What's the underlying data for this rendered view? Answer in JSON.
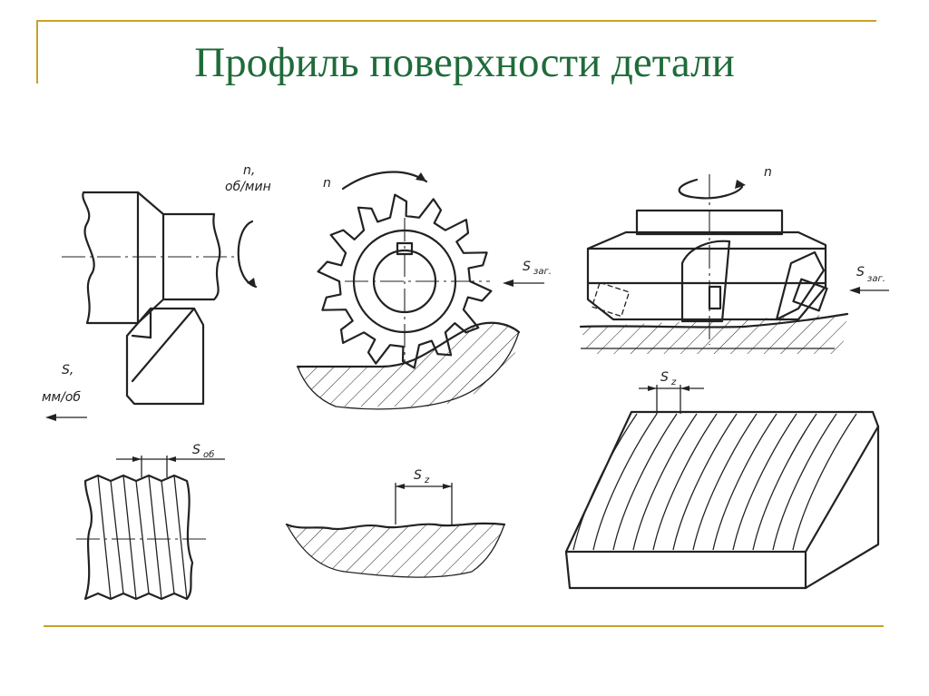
{
  "title": "Профиль поверхности детали",
  "colors": {
    "title": "#1f6b3a",
    "frame": "#c9a227",
    "ink": "#222222"
  },
  "labels": {
    "turning_speed_n": "n,",
    "turning_speed_unit": "об/мин",
    "turning_feed_s": "S,",
    "turning_feed_unit": "мм/об",
    "milling_n": "n",
    "milling_feed_main": "S",
    "milling_feed_sub": "заг.",
    "face_n": "n",
    "face_feed_main": "S",
    "face_feed_sub": "заг.",
    "rev_feed_main": "S",
    "rev_feed_sub": "об",
    "tooth_feed_main": "S",
    "tooth_feed_sub": "z",
    "tooth_feed2_main": "S",
    "tooth_feed2_sub": "z"
  }
}
